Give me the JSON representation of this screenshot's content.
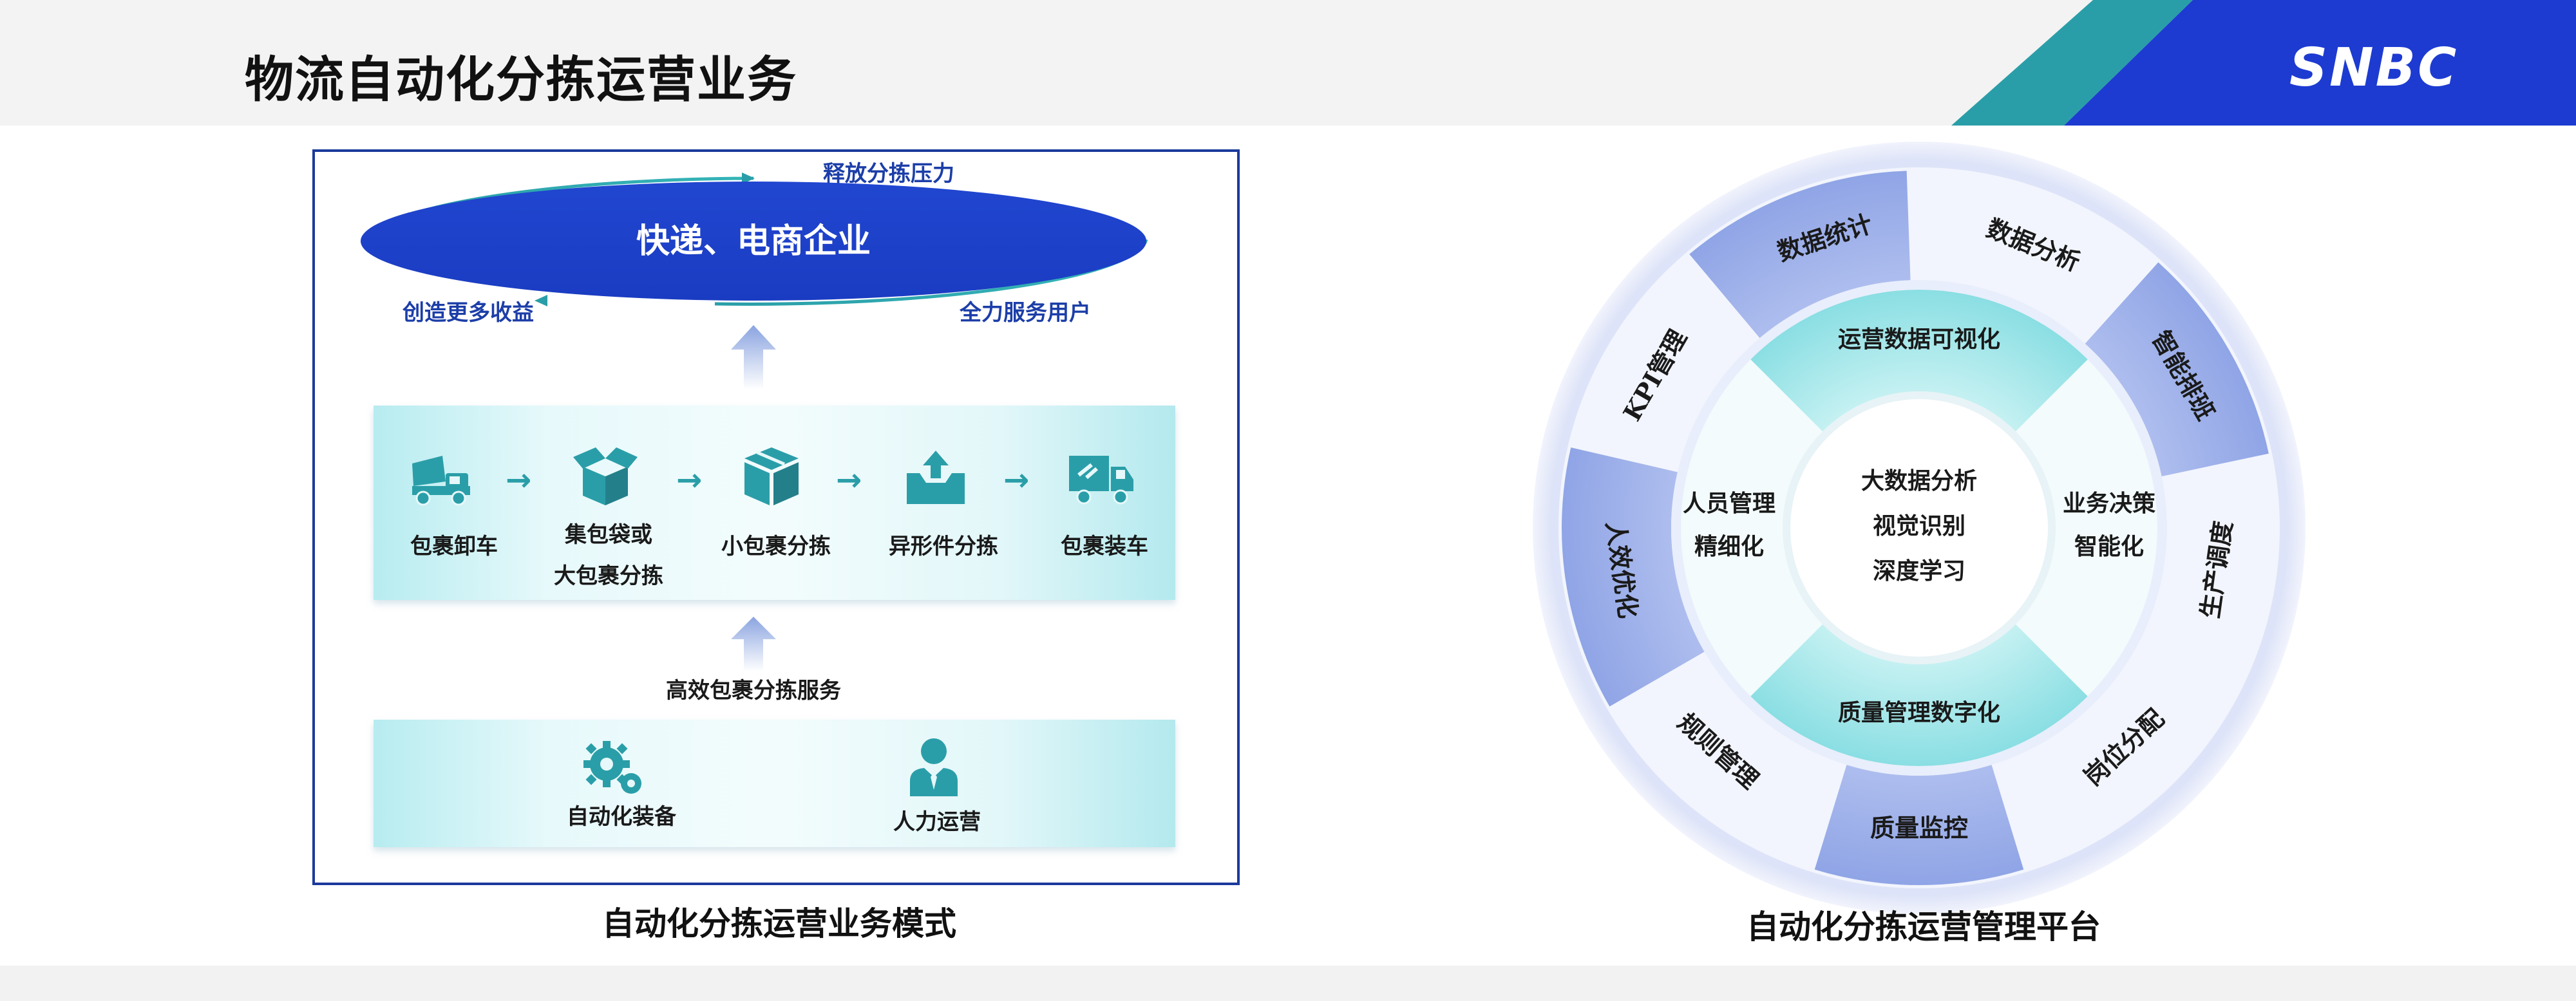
{
  "header": {
    "title": "物流自动化分拣运营业务",
    "logo_text": "SNBC",
    "colors": {
      "teal": "#2a9ea8",
      "blue": "#1d3bd1"
    }
  },
  "left_diagram": {
    "top_ellipse_label": "快递、电商企业",
    "top_caption": "释放分拣压力",
    "left_caption": "创造更多收益",
    "right_caption": "全力服务用户",
    "steps": [
      {
        "icon": "dump-truck-icon",
        "label": "包裹卸车"
      },
      {
        "icon": "open-box-icon",
        "label_line1": "集包袋或",
        "label_line2": "大包裹分拣"
      },
      {
        "icon": "closed-box-icon",
        "label": "小包裹分拣"
      },
      {
        "icon": "tray-upload-icon",
        "label": "异形件分拣"
      },
      {
        "icon": "delivery-truck-icon",
        "label": "包裹装车"
      }
    ],
    "service_label": "高效包裹分拣服务",
    "support": [
      {
        "icon": "gears-icon",
        "label": "自动化装备"
      },
      {
        "icon": "person-icon",
        "label": "人力运营"
      }
    ],
    "caption": "自动化分拣运营业务模式"
  },
  "right_diagram": {
    "center_lines": [
      "大数据分析",
      "视觉识别",
      "深度学习"
    ],
    "middle_segments": {
      "top": "运营数据可视化",
      "right_line1": "业务决策",
      "right_line2": "智能化",
      "bottom": "质量管理数字化",
      "left_line1": "人员管理",
      "left_line2": "精细化"
    },
    "outer_segments": [
      "数据统计",
      "数据分析",
      "智能排班",
      "生产调度",
      "岗位分配",
      "质量监控",
      "规则管理",
      "人效优化",
      "KPI管理"
    ],
    "caption": "自动化分拣运营管理平台"
  }
}
